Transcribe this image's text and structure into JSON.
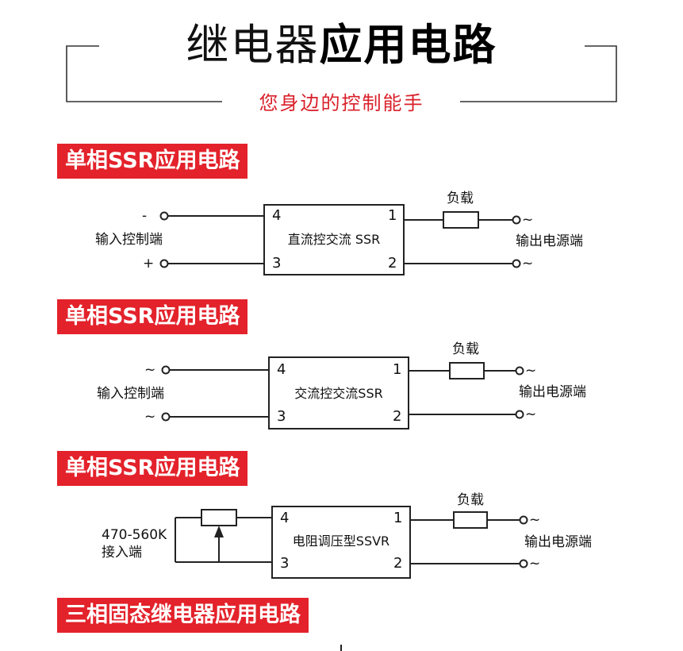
{
  "header": {
    "title_light": "继电器",
    "title_bold": "应用电路",
    "subtitle": "您身边的控制能手"
  },
  "sections": [
    {
      "banner": "单相SSR应用电路",
      "input_label": "输入控制端",
      "input_top_symbol": "-",
      "input_bottom_symbol": "+",
      "block_label": "直流控交流 SSR",
      "pins": [
        "4",
        "1",
        "3",
        "2"
      ],
      "load_label": "负载",
      "output_top_symbol": "~",
      "output_bottom_symbol": "~",
      "output_label": "输出电源端"
    },
    {
      "banner": "单相SSR应用电路",
      "input_label": "输入控制端",
      "input_top_symbol": "~",
      "input_bottom_symbol": "~",
      "block_label": "交流控交流SSR",
      "pins": [
        "4",
        "1",
        "3",
        "2"
      ],
      "load_label": "负载",
      "output_top_symbol": "~",
      "output_bottom_symbol": "~",
      "output_label": "输出电源端"
    },
    {
      "banner": "单相SSR应用电路",
      "input_label_line1": "470-560K",
      "input_label_line2": "接入端",
      "block_label": "电阻调压型SSVR",
      "pins": [
        "4",
        "1",
        "3",
        "2"
      ],
      "load_label": "负载",
      "output_top_symbol": "~",
      "output_bottom_symbol": "~",
      "output_label": "输出电源端"
    },
    {
      "banner": "三相固态继电器应用电路"
    }
  ]
}
